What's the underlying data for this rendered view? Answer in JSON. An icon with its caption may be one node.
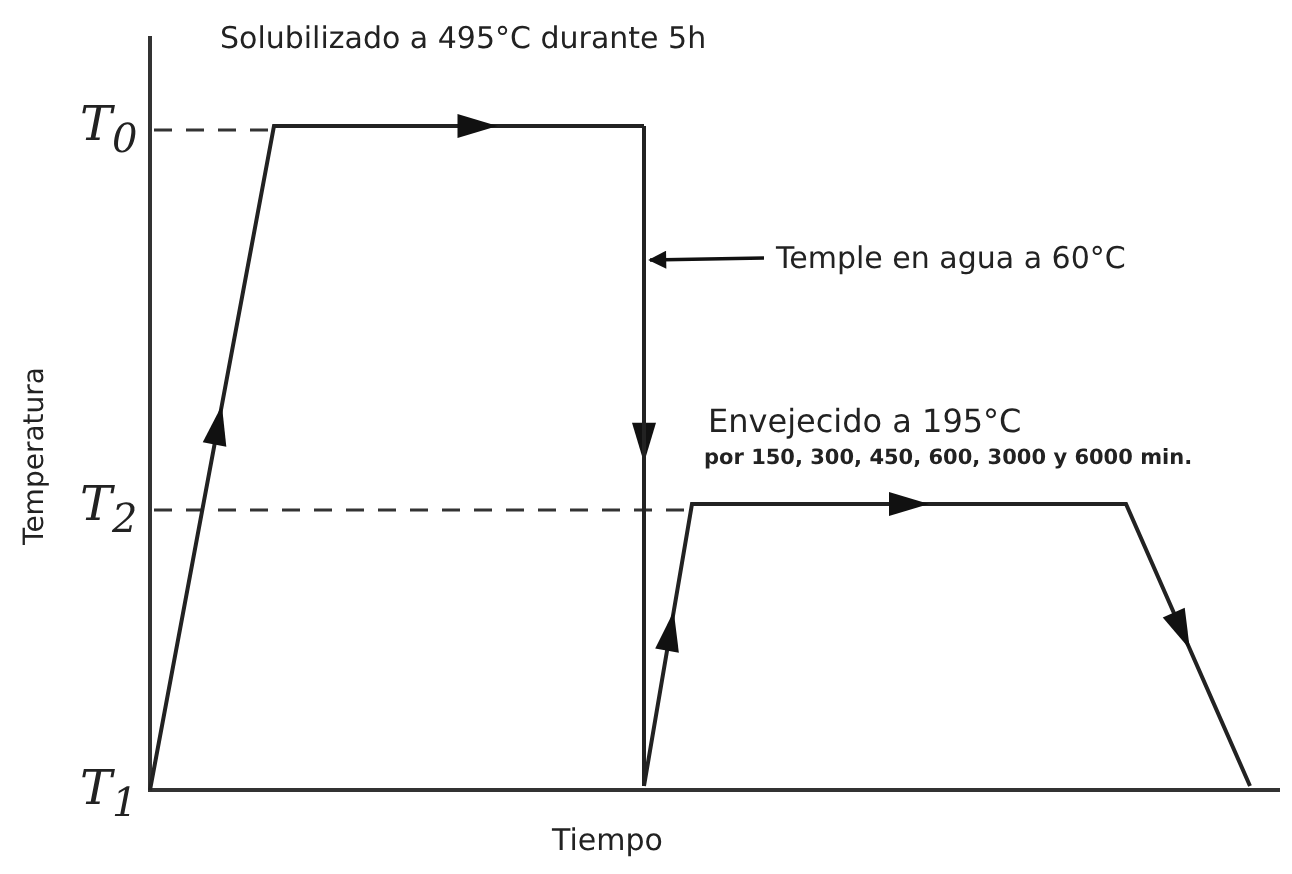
{
  "diagram": {
    "nodes": [
      {
        "text": [
          "Temple en agua a 60°C"
        ]
      },
      {
        "text": [],
        "shape": "line"
      }
    ],
    "edges": [
      {
        "from": 0,
        "to": 1,
        "arrow": "to"
      }
    ],
    "labels": [
      "Solubilizado  a 495°C durante 5h",
      "Envejecido a 195°C",
      "por 150, 300, 450, 600, 3000 y 6000 min.",
      "T$_{0}$",
      "Temperatura",
      "T$_{2}$",
      "T$_{1}$",
      "Tiempo"
    ]
  }
}
